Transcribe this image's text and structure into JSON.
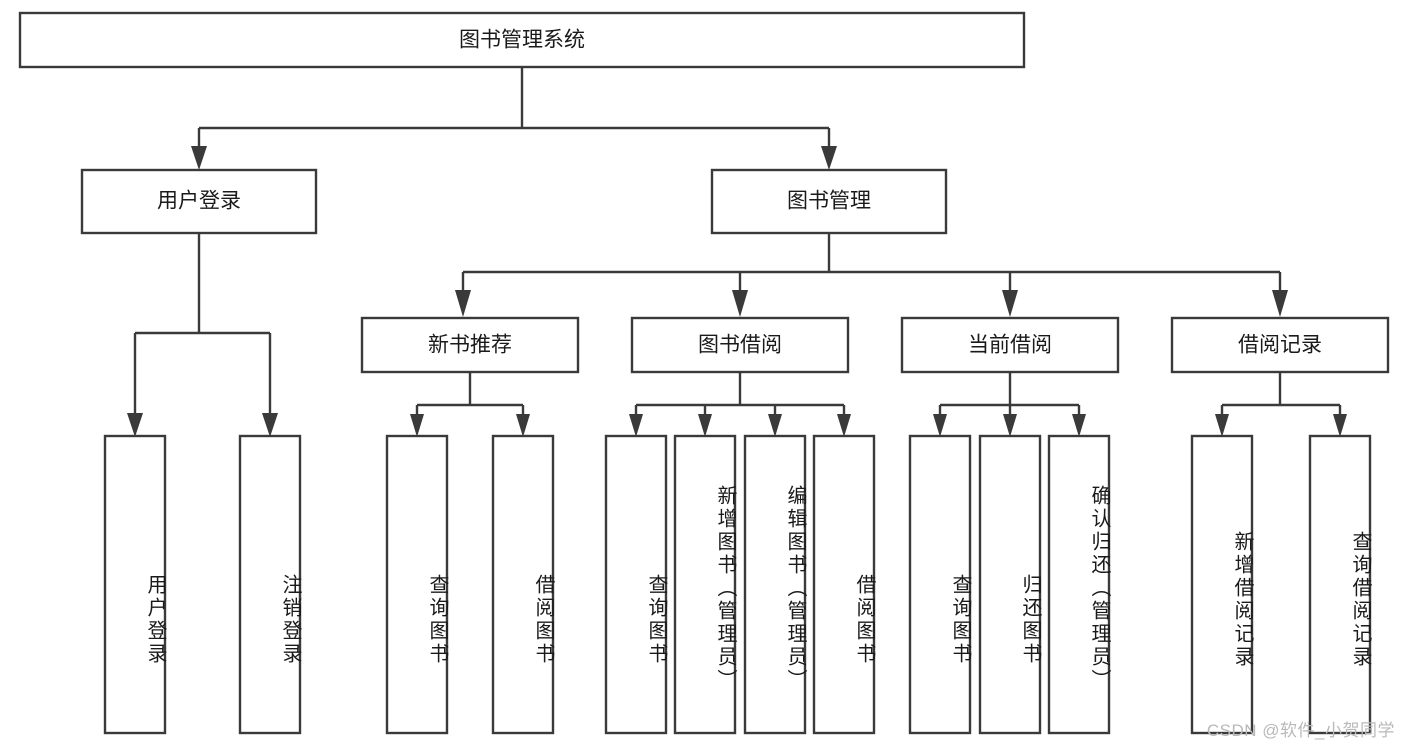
{
  "diagram": {
    "title": "图书管理系统",
    "watermark": "CSDN @软件_小贺同学",
    "type": "tree-hierarchy-diagram",
    "root": {
      "id": "root",
      "label": "图书管理系统",
      "orientation": "horizontal"
    },
    "level1": [
      {
        "id": "user-login",
        "label": "用户登录",
        "orientation": "horizontal"
      },
      {
        "id": "book-manage",
        "label": "图书管理",
        "orientation": "horizontal"
      }
    ],
    "level2": [
      {
        "id": "new-book-recommend",
        "label": "新书推荐",
        "parent": "book-manage",
        "orientation": "horizontal"
      },
      {
        "id": "book-borrow",
        "label": "图书借阅",
        "parent": "book-manage",
        "orientation": "horizontal"
      },
      {
        "id": "current-borrow",
        "label": "当前借阅",
        "parent": "book-manage",
        "orientation": "horizontal"
      },
      {
        "id": "borrow-record",
        "label": "借阅记录",
        "parent": "book-manage",
        "orientation": "horizontal"
      }
    ],
    "leaves": [
      {
        "id": "leaf-user-login",
        "label": "用户登录",
        "parent": "user-login",
        "orientation": "vertical"
      },
      {
        "id": "leaf-user-logout",
        "label": "注销登录",
        "parent": "user-login",
        "orientation": "vertical"
      },
      {
        "id": "leaf-query-book-1",
        "label": "查询图书",
        "parent": "new-book-recommend",
        "orientation": "vertical"
      },
      {
        "id": "leaf-borrow-book-1",
        "label": "借阅图书",
        "parent": "new-book-recommend",
        "orientation": "vertical"
      },
      {
        "id": "leaf-query-book-2",
        "label": "查询图书",
        "parent": "book-borrow",
        "orientation": "vertical"
      },
      {
        "id": "leaf-add-book",
        "label": "新增图书（管理员）",
        "parent": "book-borrow",
        "orientation": "vertical"
      },
      {
        "id": "leaf-edit-book",
        "label": "编辑图书（管理员）",
        "parent": "book-borrow",
        "orientation": "vertical"
      },
      {
        "id": "leaf-borrow-book-2",
        "label": "借阅图书",
        "parent": "book-borrow",
        "orientation": "vertical"
      },
      {
        "id": "leaf-query-book-3",
        "label": "查询图书",
        "parent": "current-borrow",
        "orientation": "vertical"
      },
      {
        "id": "leaf-return-book",
        "label": "归还图书",
        "parent": "current-borrow",
        "orientation": "vertical"
      },
      {
        "id": "leaf-confirm-return",
        "label": "确认归还（管理员）",
        "parent": "current-borrow",
        "orientation": "vertical"
      },
      {
        "id": "leaf-add-record",
        "label": "新增借阅记录",
        "parent": "borrow-record",
        "orientation": "vertical"
      },
      {
        "id": "leaf-query-record",
        "label": "查询借阅记录",
        "parent": "borrow-record",
        "orientation": "vertical"
      }
    ],
    "colors": {
      "stroke": "#3a3a3a",
      "box_fill": "#ffffff",
      "text": "#1a1a1a",
      "background": "#ffffff",
      "watermark": "#b9b9b9"
    }
  }
}
